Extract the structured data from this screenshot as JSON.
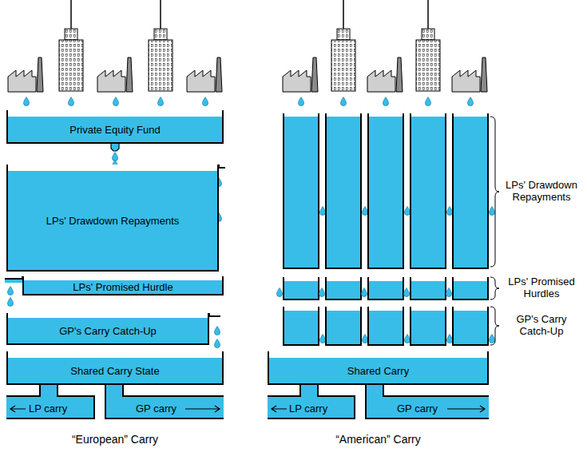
{
  "diagram": {
    "nodes": [
      {
        "text": [
          "Private Equity Fund"
        ]
      },
      {
        "text": [
          "LPs' Drawdown Repayments"
        ]
      },
      {
        "text": [
          "LPs' Promised Hurdle"
        ]
      },
      {
        "text": [
          "GP's Carry Catch-Up"
        ]
      },
      {
        "text": [
          "Shared Carry State"
        ]
      },
      {
        "text": [
          "Shared Carry"
        ]
      }
    ],
    "labels": [
      "LP carry",
      "GP carry",
      "“European” Carry",
      "LPs' Drawdown Repayments",
      "LPs' Promised Hurdles",
      "GP's Carry Catch-Up",
      "LP carry",
      "GP carry",
      "“American” Carry"
    ]
  }
}
